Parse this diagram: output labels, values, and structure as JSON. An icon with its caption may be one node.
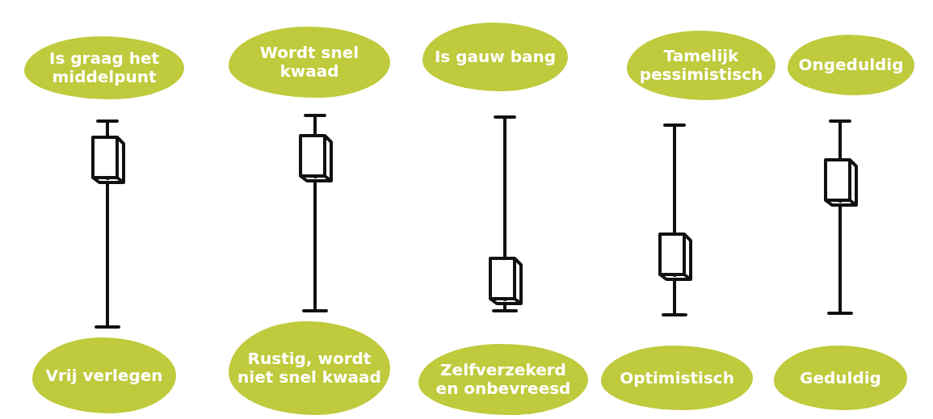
{
  "diagram": {
    "nodes": [
      {
        "text": [
          "Is graag het middelpunt"
        ]
      },
      {
        "text": [
          "Wordt snel kwaad"
        ]
      },
      {
        "text": [
          "Is gauw bang"
        ]
      },
      {
        "text": [
          "Tamelijk pessimistisch"
        ]
      },
      {
        "text": [
          "Ongeduldig"
        ]
      },
      {
        "text": [
          "Vrij verlegen"
        ]
      },
      {
        "text": [
          "Rustig, wordt niet snel kwaad"
        ]
      },
      {
        "text": [
          "Zelfverzekerd en onbevreesd"
        ]
      },
      {
        "text": [
          "Optimistisch"
        ]
      },
      {
        "text": [
          "Geduldig"
        ]
      }
    ]
  }
}
